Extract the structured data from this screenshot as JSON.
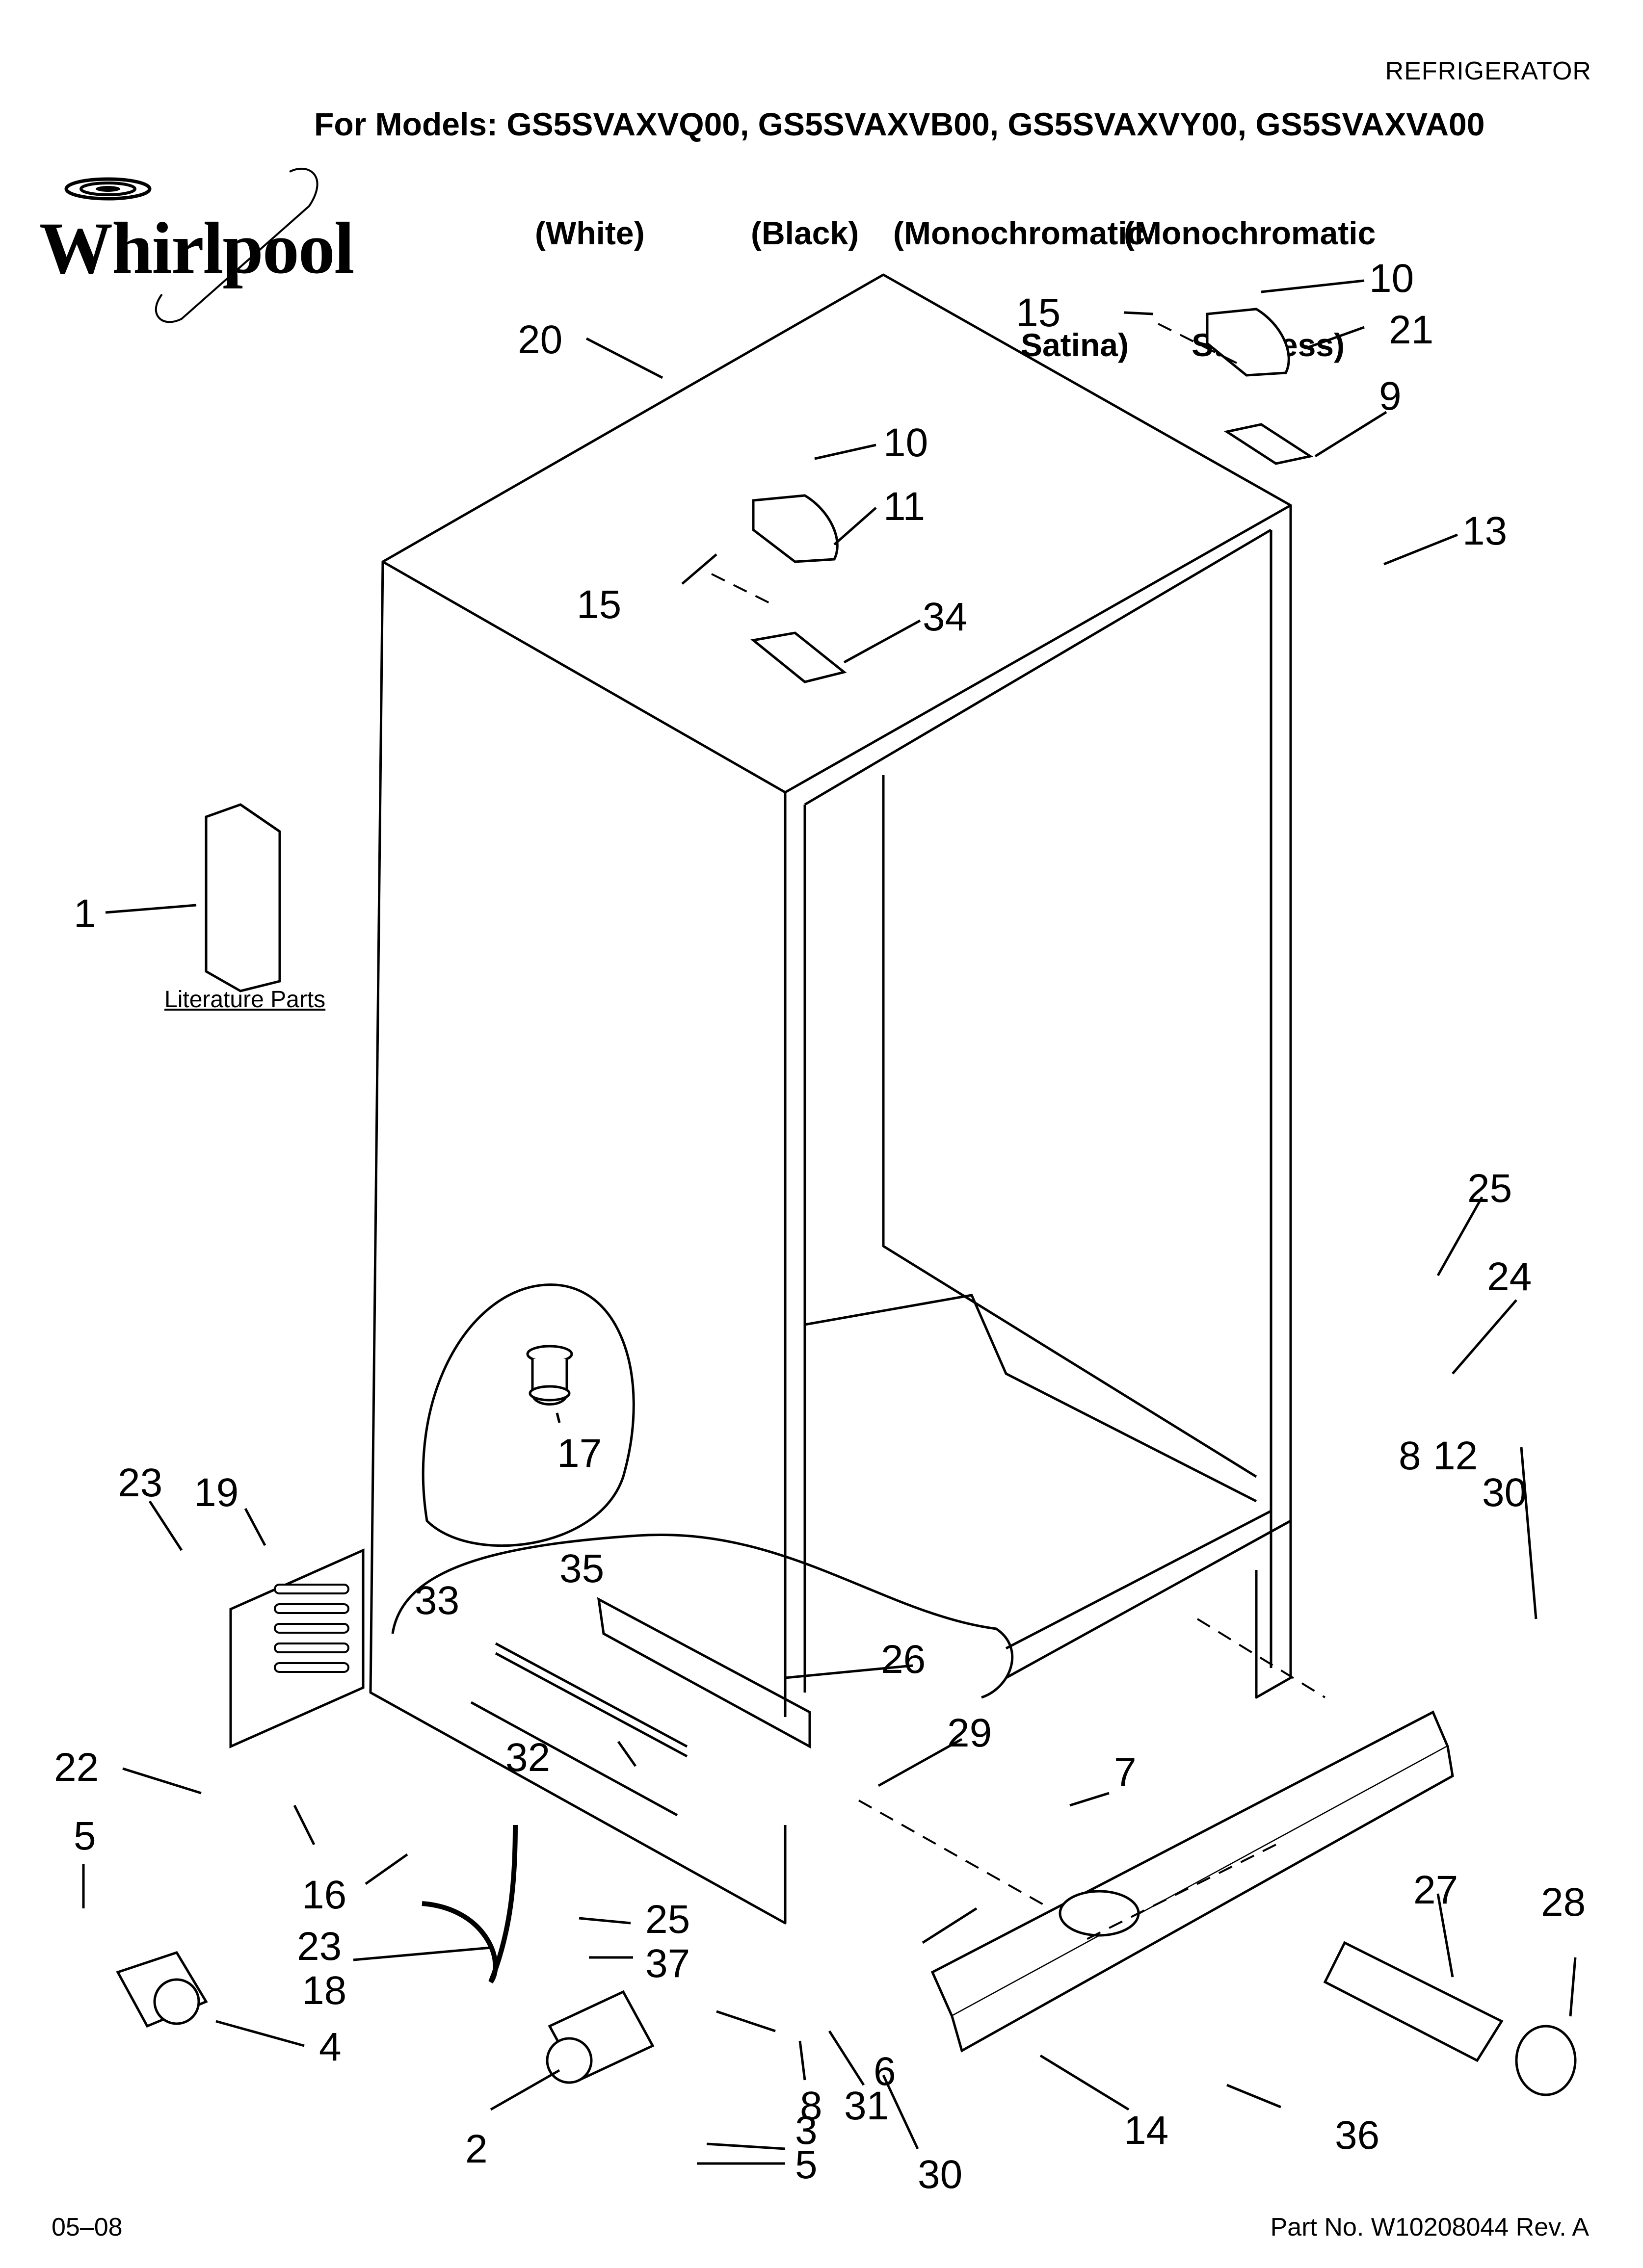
{
  "header": {
    "category": "REFRIGERATOR",
    "models_line": "For Models: GS5SVAXVQ00, GS5SVAXVB00, GS5SVAXVY00, GS5SVAXVA00",
    "variants": [
      {
        "line1": "(White)",
        "line2": ""
      },
      {
        "line1": "(Black)",
        "line2": ""
      },
      {
        "line1": "(Monochromatic",
        "line2": "Satina)"
      },
      {
        "line1": "(Monochromatic",
        "line2": "Stainless)"
      }
    ],
    "brand": "Whirlpool"
  },
  "literature_label": "Literature Parts",
  "footer": {
    "date": "05–08",
    "part_no": "Part No. W10208044 Rev. A"
  },
  "callouts": [
    "1",
    "2",
    "3",
    "4",
    "5",
    "5",
    "6",
    "7",
    "8",
    "8",
    "9",
    "10",
    "10",
    "11",
    "12",
    "13",
    "14",
    "15",
    "15",
    "16",
    "17",
    "18",
    "19",
    "20",
    "21",
    "22",
    "23",
    "23",
    "24",
    "25",
    "25",
    "26",
    "27",
    "28",
    "29",
    "30",
    "30",
    "31",
    "32",
    "33",
    "34",
    "35",
    "36",
    "37"
  ]
}
